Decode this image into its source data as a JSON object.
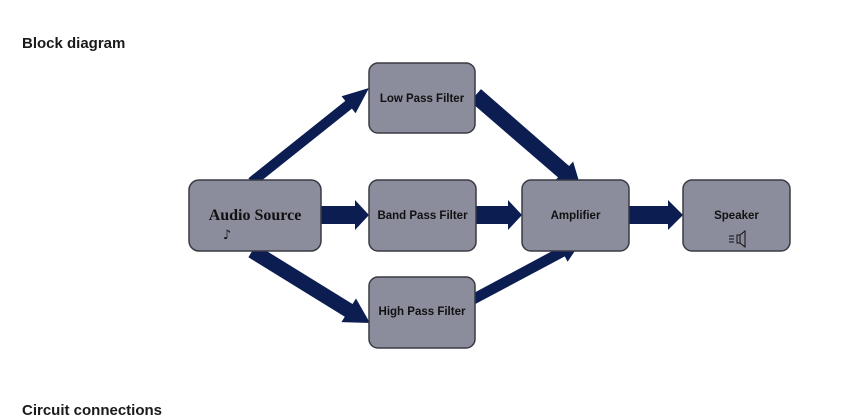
{
  "page": {
    "section_heading": "Block diagram",
    "next_heading": "Circuit connections"
  },
  "diagram": {
    "blocks": {
      "audio_source": "Audio Source",
      "low_pass": "Low Pass Filter",
      "band_pass": "Band Pass Filter",
      "high_pass": "High Pass Filter",
      "amplifier": "Amplifier",
      "speaker": "Speaker"
    },
    "icons": {
      "audio_source": "music-note-icon",
      "speaker": "speaker-icon"
    },
    "colors": {
      "block_fill": "#8b8c9c",
      "arrow_fill": "#0c1d52"
    }
  }
}
